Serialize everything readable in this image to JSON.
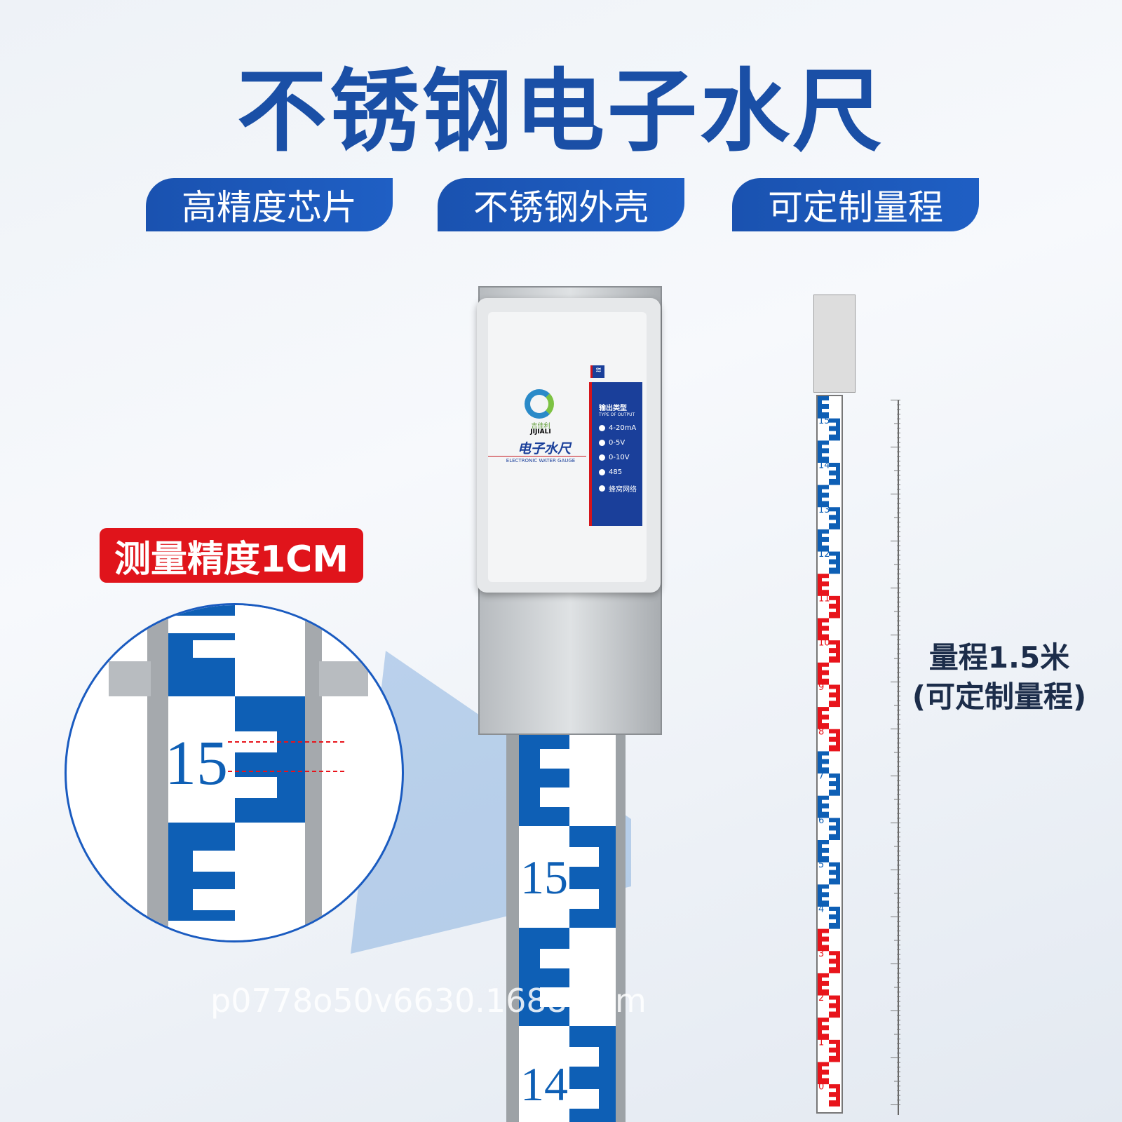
{
  "title": "不锈钢电子水尺",
  "features": [
    "高精度芯片",
    "不锈钢外壳",
    "可定制量程"
  ],
  "precision_label": "测量精度1CM",
  "device": {
    "brand_cn": "吉佳利",
    "brand_en": "JIJIALI",
    "product_cn": "电子水尺",
    "product_en": "ELECTRONIC WATER GAUGE",
    "panel_title": "输出类型",
    "panel_subtitle": "TYPE OF OUTPUT",
    "outputs": [
      "4-20mA",
      "0-5V",
      "0-10V",
      "485",
      "蜂窝网络"
    ]
  },
  "magnifier_number": "15",
  "main_ruler_numbers": [
    "15",
    "14"
  ],
  "small_ruler_numbers": [
    "15",
    "14",
    "13",
    "12",
    "11",
    "10",
    "9",
    "8",
    "7",
    "6",
    "5",
    "4",
    "3",
    "2",
    "1",
    "0"
  ],
  "range": {
    "line1": "量程1.5米",
    "line2": "(可定制量程)"
  },
  "watermark": "p0778o50v6630.1688.com",
  "colors": {
    "brand_blue": "#1a4fa6",
    "ruler_blue": "#0e5fb5",
    "ruler_red": "#e8141b",
    "label_red": "#e0141b"
  }
}
